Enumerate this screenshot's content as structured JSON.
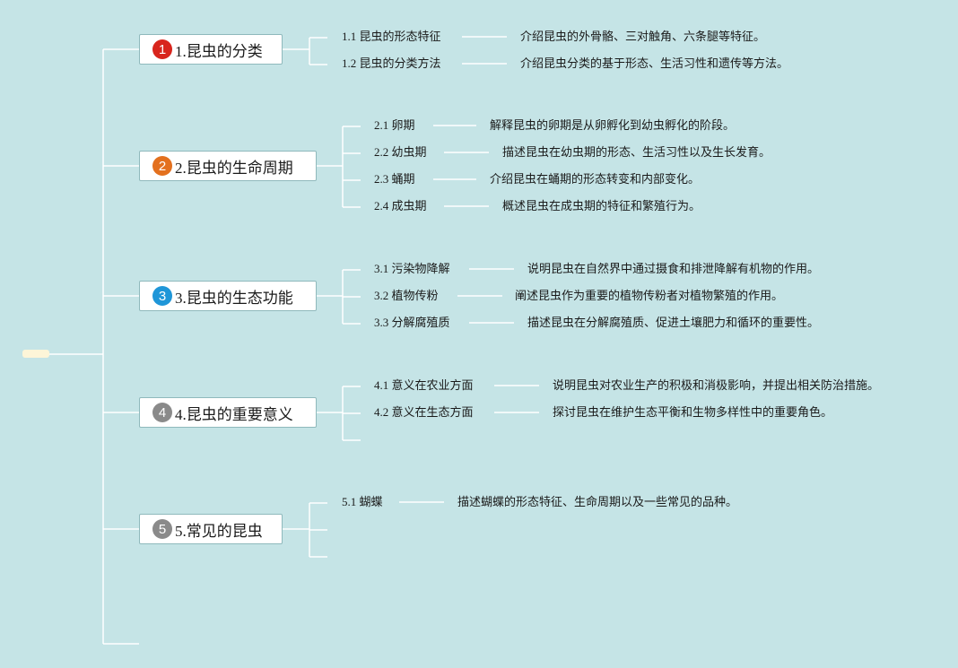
{
  "colors": {
    "background": "#c5e4e6",
    "connector": "#ffffff",
    "root_fill": "#fdf5d8",
    "topic_border": "#8fb9bc"
  },
  "topics": [
    {
      "badge": "1",
      "badge_color": "#d8251d",
      "label": "1.昆虫的分类",
      "subtopics": [
        {
          "label": "1.1 昆虫的形态特征",
          "description": "介绍昆虫的外骨骼、三对触角、六条腿等特征。"
        },
        {
          "label": "1.2 昆虫的分类方法",
          "description": "介绍昆虫分类的基于形态、生活习性和遗传等方法。"
        }
      ]
    },
    {
      "badge": "2",
      "badge_color": "#e3701e",
      "label": "2.昆虫的生命周期",
      "subtopics": [
        {
          "label": "2.1 卵期",
          "description": "解释昆虫的卵期是从卵孵化到幼虫孵化的阶段。"
        },
        {
          "label": "2.2 幼虫期",
          "description": "描述昆虫在幼虫期的形态、生活习性以及生长发育。"
        },
        {
          "label": "2.3 蛹期",
          "description": "介绍昆虫在蛹期的形态转变和内部变化。"
        },
        {
          "label": "2.4 成虫期",
          "description": "概述昆虫在成虫期的特征和繁殖行为。"
        }
      ]
    },
    {
      "badge": "3",
      "badge_color": "#1f96d8",
      "label": "3.昆虫的生态功能",
      "subtopics": [
        {
          "label": "3.1 污染物降解",
          "description": "说明昆虫在自然界中通过摄食和排泄降解有机物的作用。"
        },
        {
          "label": "3.2 植物传粉",
          "description": "阐述昆虫作为重要的植物传粉者对植物繁殖的作用。"
        },
        {
          "label": "3.3 分解腐殖质",
          "description": "描述昆虫在分解腐殖质、促进土壤肥力和循环的重要性。"
        }
      ]
    },
    {
      "badge": "4",
      "badge_color": "#8a8a8a",
      "label": "4.昆虫的重要意义",
      "subtopics": [
        {
          "label": "4.1 意义在农业方面",
          "description": "说明昆虫对农业生产的积极和消极影响，并提出相关防治措施。"
        },
        {
          "label": "4.2 意义在生态方面",
          "description": "探讨昆虫在维护生态平衡和生物多样性中的重要角色。"
        }
      ]
    },
    {
      "badge": "5",
      "badge_color": "#8a8a8a",
      "label": "5.常见的昆虫",
      "subtopics": [
        {
          "label": "5.1 蝴蝶",
          "description": "描述蝴蝶的形态特征、生命周期以及一些常见的品种。"
        }
      ]
    }
  ]
}
